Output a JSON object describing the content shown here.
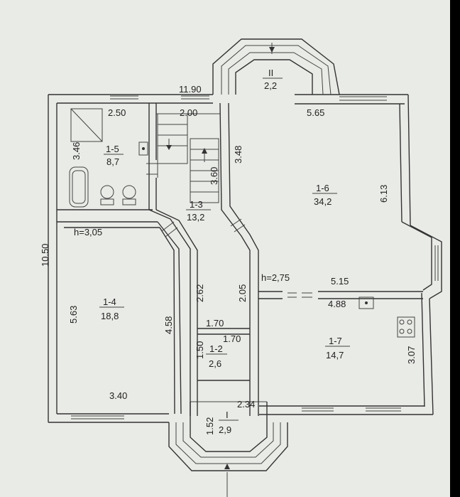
{
  "colors": {
    "paper": "#e9ebe6",
    "ink": "#2a2a2a",
    "frame": "#000000"
  },
  "rooms": [
    {
      "id": "1-5",
      "area": "8,7"
    },
    {
      "id": "1-3",
      "area": "13,2"
    },
    {
      "id": "1-6",
      "area": "34,2"
    },
    {
      "id": "1-4",
      "area": "18,8"
    },
    {
      "id": "1-2",
      "area": "2,6"
    },
    {
      "id": "1-7",
      "area": "14,7"
    },
    {
      "id": "II",
      "area": "2,2"
    },
    {
      "id": "I",
      "area": "2,9"
    }
  ],
  "dimensions": {
    "top_width": "11.90",
    "overall_height": "10.50",
    "bath_width": "2.50",
    "bath_height": "3.46",
    "stair_width": "2.00",
    "stair_length": "3.60",
    "hall_height": "3.48",
    "living_width": "5.65",
    "living_height": "6.13",
    "kitchen_top": "5.15",
    "kitchen_width": "4.88",
    "kitchen_height": "3.07",
    "left_room_height": "5.63",
    "left_room_inner": "4.58",
    "left_room_width": "3.40",
    "corridor_a": "2.62",
    "corridor_b": "2.05",
    "wc_width_a": "1.70",
    "wc_width_b": "1.70",
    "wc_height": "1.50",
    "porch_width": "2.34",
    "porch_height": "1.52"
  },
  "ceilings": {
    "left": "h=3,05",
    "right": "h=2,75"
  }
}
